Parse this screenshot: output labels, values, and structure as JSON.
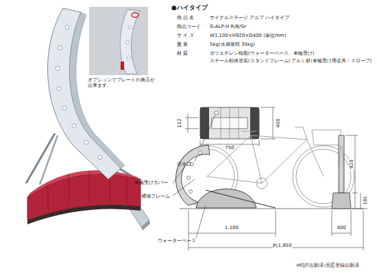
{
  "diagram": {
    "title": "●ハイタイプ",
    "labels": [
      "商 品 名",
      "サイクルステージ アルプ ハイタイプ",
      "商品コード",
      "G-ALP-H R/B/Gr",
      "サ イ ズ",
      "W1,100×H920×D400 (単位mm)",
      "重 量",
      "5kg(水満量時 35kg)",
      "材 質",
      "ポリエチレン樹脂(ウォーターベース、車輪受け)",
      "スチール粉体塗装(スタンドフレーム) アルミ材(車輪受け用金具・スロープ)",
      "オプションでプレートの表示が 出来ます。",
      "112",
      "400",
      "750",
      "注水口",
      "車輪受けカバー",
      "補強フレーム",
      "ウォーターベース",
      "1,100",
      "約1,850",
      "920",
      "185",
      "400",
      "※特許出願済/意匠登録出願済"
    ]
  }
}
